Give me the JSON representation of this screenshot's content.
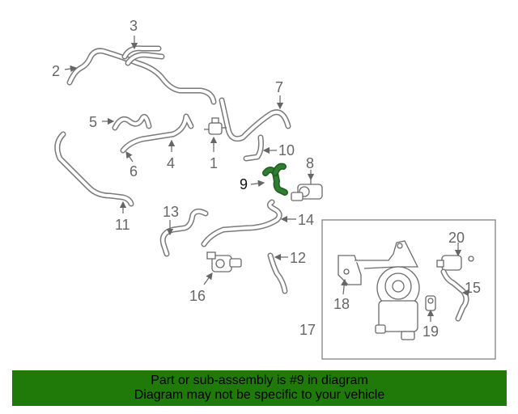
{
  "diagram": {
    "callouts": [
      "1",
      "2",
      "3",
      "4",
      "5",
      "6",
      "7",
      "8",
      "9",
      "10",
      "11",
      "12",
      "13",
      "14",
      "15",
      "16",
      "17",
      "18",
      "19",
      "20"
    ],
    "highlighted_part": "9",
    "highlight_color": "#2e7d32"
  },
  "banner": {
    "line1": "Part or sub-assembly is #9 in diagram",
    "line2": "Diagram may not be specific to your vehicle",
    "background": "#1f7a0a"
  }
}
